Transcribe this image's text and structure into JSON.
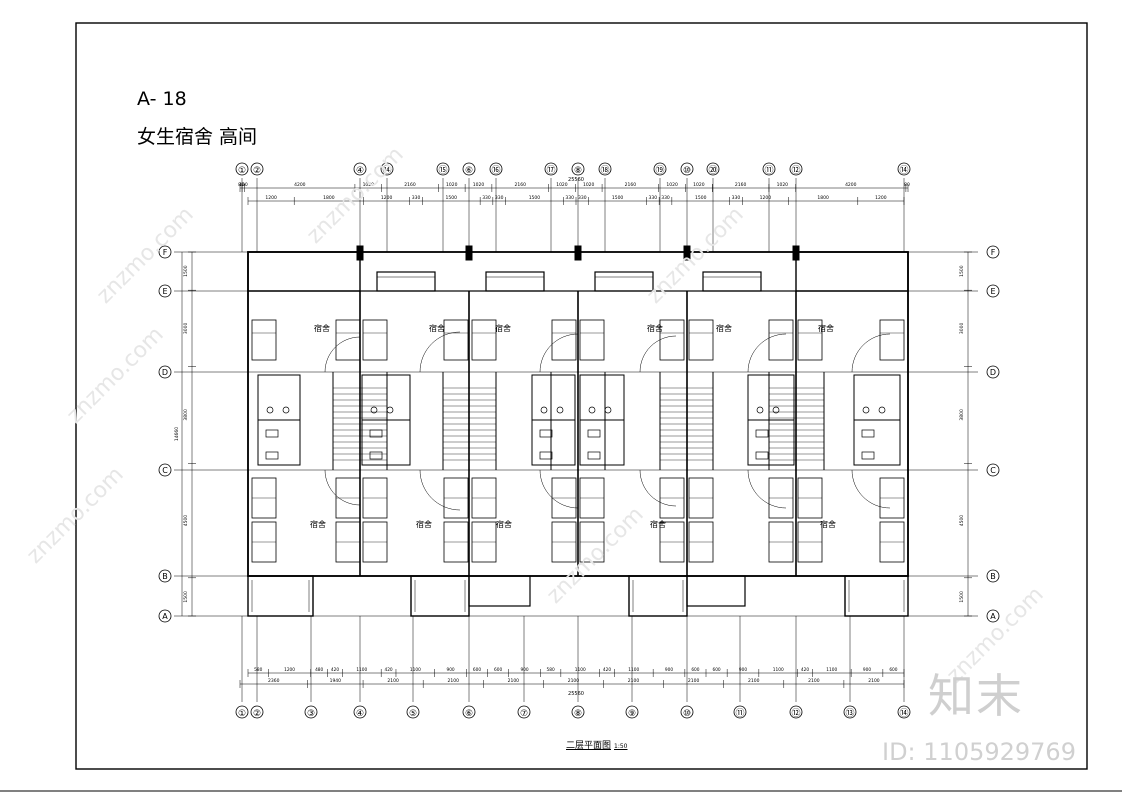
{
  "drawing": {
    "code": "A- 18",
    "name": "女生宿舍 高间",
    "caption": "二层平面图",
    "scale": "1:50",
    "room_label": "宿舍"
  },
  "axes": {
    "top_bubbles": [
      "①",
      "②",
      "④",
      "⑭",
      "⑮",
      "⑥",
      "⑯",
      "⑰",
      "⑧",
      "⑱",
      "⑲",
      "⑩",
      "⑳",
      "⑪",
      "⑫",
      "⑭"
    ],
    "bottom_bubbles": [
      "①",
      "②",
      "③",
      "④",
      "⑤",
      "⑥",
      "⑦",
      "⑧",
      "⑨",
      "⑩",
      "⑪",
      "⑫",
      "⑬",
      "⑭"
    ],
    "rows": [
      "F",
      "E",
      "D",
      "C",
      "B",
      "A"
    ]
  },
  "dimensions": {
    "total": "25560",
    "top_row1": [
      "80",
      "100",
      "4200",
      "1020",
      "2160",
      "1020",
      "1020",
      "2160",
      "1020",
      "1020",
      "2160",
      "1020",
      "1020",
      "2160",
      "1020",
      "4200",
      "80"
    ],
    "top_row2": [
      "1200",
      "1800",
      "1200",
      "330",
      "1500",
      "330",
      "330",
      "1500",
      "330",
      "330",
      "1500",
      "330",
      "330",
      "1500",
      "330",
      "1200",
      "1800",
      "1200"
    ],
    "bottom_row1": [
      "580",
      "1200",
      "480",
      "420",
      "1100",
      "420",
      "1100",
      "900",
      "600",
      "600",
      "900",
      "580",
      "1100",
      "420",
      "1100",
      "900",
      "600",
      "600",
      "900",
      "1100",
      "420",
      "1100",
      "900",
      "600"
    ],
    "bottom_row2": [
      "2360",
      "1940",
      "2100",
      "2100",
      "2100",
      "2100",
      "2100",
      "2100",
      "2100",
      "2100",
      "2100"
    ],
    "left": [
      "1500",
      "3000",
      "3800",
      "14660",
      "4500",
      "1500"
    ],
    "right": [
      "1500",
      "3000",
      "3800",
      "4500",
      "1500"
    ]
  },
  "watermark": {
    "brand": "知末",
    "id": "ID: 1105929769",
    "site": "znzmo.com"
  }
}
